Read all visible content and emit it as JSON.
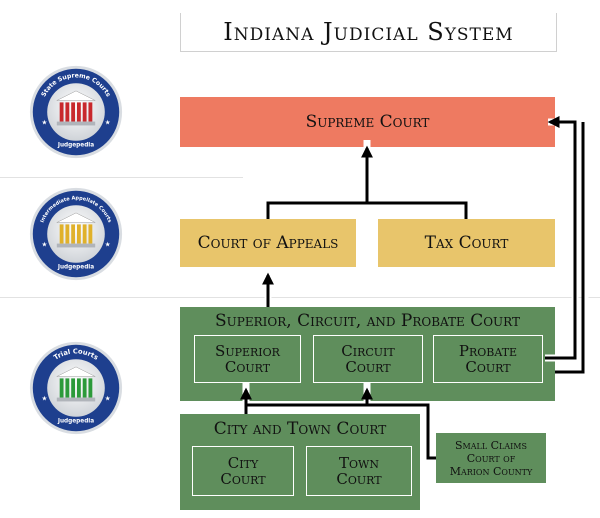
{
  "title": "Indiana Judicial System",
  "badges": {
    "supreme": {
      "arc_text": "State Supreme Courts",
      "bottom_text": "Judgepedia",
      "accent": "#c8282c"
    },
    "appellate": {
      "arc_text": "Intermediate Appellate Courts",
      "bottom_text": "Judgepedia",
      "accent": "#e0b12b"
    },
    "trial": {
      "arc_text": "Trial Courts",
      "bottom_text": "Judgepedia",
      "accent": "#2c9a3a"
    }
  },
  "courts": {
    "supreme": "Supreme Court",
    "appeals": "Court of Appeals",
    "tax": "Tax Court",
    "trial_group": "Superior, Circuit, and Probate Court",
    "superior": [
      "Superior",
      "Court"
    ],
    "circuit": [
      "Circuit",
      "Court"
    ],
    "probate": [
      "Probate",
      "Court"
    ],
    "city_town_group": "City and Town Court",
    "city": [
      "City",
      "Court"
    ],
    "town": [
      "Town",
      "Court"
    ],
    "small_claims": [
      "Small Claims",
      "Court of",
      "Marion County"
    ]
  },
  "colors": {
    "supreme": "#ee7a61",
    "appellate": "#e8c56b",
    "trial": "#5f8e5c",
    "badge_ring": "#1e3f8e"
  }
}
